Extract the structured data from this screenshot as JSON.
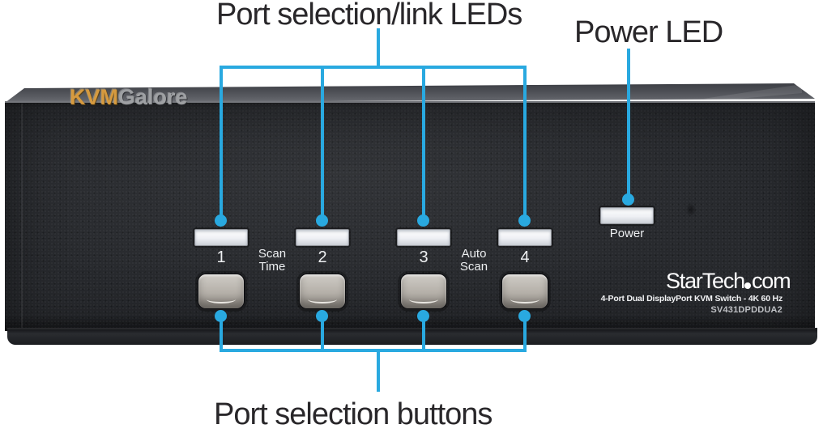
{
  "annotations": {
    "leds_label": "Port selection/link LEDs",
    "power_label": "Power LED",
    "buttons_label": "Port selection buttons"
  },
  "watermark": {
    "kvm": "KVM",
    "galore": "Galore"
  },
  "device": {
    "port_labels": [
      "1",
      "2",
      "3",
      "4"
    ],
    "scan_time_line1": "Scan",
    "scan_time_line2": "Time",
    "auto_scan_line1": "Auto",
    "auto_scan_line2": "Scan",
    "power_led_label": "Power",
    "brand_name": "StarTech",
    "brand_tld": "com",
    "product_name": "4-Port Dual DisplayPort KVM Switch - 4K 60 Hz",
    "model_number": "SV431DPDDUA2"
  },
  "colors": {
    "callout_blue": "#29a9e0",
    "annotation_text": "#29272a",
    "panel_black": "#27292d",
    "led_white": "#f2f4f7",
    "watermark_orange": "#dd9e3e",
    "watermark_gray": "#a2a4a7"
  }
}
